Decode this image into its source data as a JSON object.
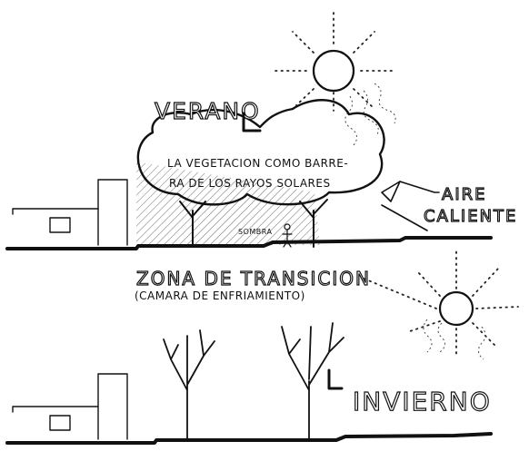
{
  "summer": {
    "season_label": "VERANO",
    "caption_line1": "LA VEGETACION COMO BARRE-",
    "caption_line2": "RA DE LOS RAYOS SOLARES",
    "shade_label": "SOMBRA",
    "wind_line1": "AIRE",
    "wind_line2": "CALIENTE"
  },
  "transition": {
    "title": "ZONA DE TRANSICION",
    "subtitle": "(CAMARA DE ENFRIAMIENTO)"
  },
  "winter": {
    "season_label": "INVIERNO"
  }
}
